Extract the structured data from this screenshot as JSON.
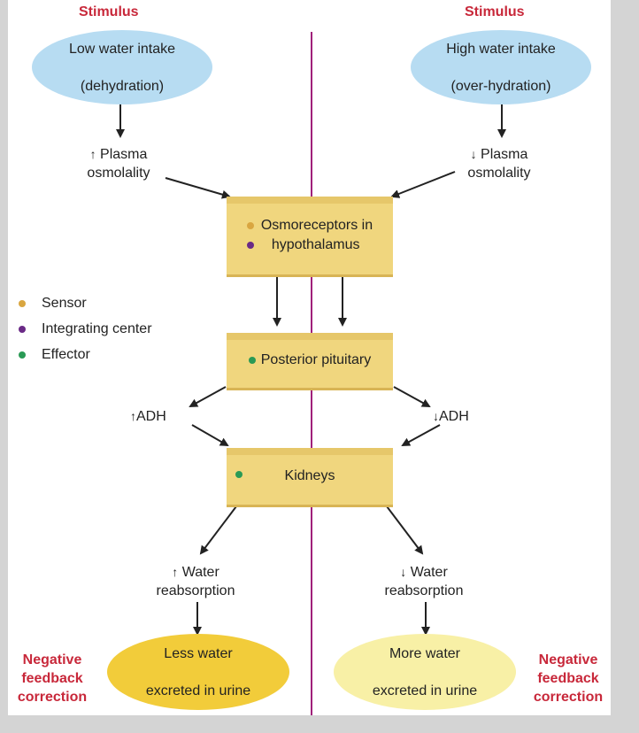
{
  "stimulus_label": "Stimulus",
  "left": {
    "stimulus_line1": "Low water intake",
    "stimulus_line2": "(dehydration)",
    "plasma_arrow": "↑",
    "plasma_line1": "Plasma",
    "plasma_line2": "osmolality",
    "adh_arrow": "↑",
    "adh_label": "ADH",
    "water_arrow": "↑",
    "water_line1": "Water",
    "water_line2": "reabsorption",
    "outcome_line1": "Less water",
    "outcome_line2": "excreted in urine"
  },
  "right": {
    "stimulus_line1": "High water intake",
    "stimulus_line2": "(over-hydration)",
    "plasma_arrow": "↓",
    "plasma_line1": "Plasma",
    "plasma_line2": "osmolality",
    "adh_arrow": "↓",
    "adh_label": "ADH",
    "water_arrow": "↓",
    "water_line1": "Water",
    "water_line2": "reabsorption",
    "outcome_line1": "More water",
    "outcome_line2": "excreted in urine"
  },
  "boxes": {
    "osmoreceptors_line1": "Osmoreceptors in",
    "osmoreceptors_line2": "hypothalamus",
    "pituitary": "Posterior pituitary",
    "kidneys": "Kidneys"
  },
  "legend": [
    {
      "label": "Sensor",
      "color": "#d9a640"
    },
    {
      "label": "Integrating center",
      "color": "#6a2a86"
    },
    {
      "label": "Effector",
      "color": "#2a9a55"
    }
  ],
  "correction_line1": "Negative",
  "correction_line2": "feedback",
  "correction_line3": "correction",
  "colors": {
    "divider": "#a0207a",
    "stimulus_ellipse": "#b7dcf2",
    "box": "#f0d67e",
    "less_water_ellipse": "#f2cc3a",
    "more_water_ellipse": "#f8f0a6",
    "negative_feedback_text": "#c8283a"
  }
}
